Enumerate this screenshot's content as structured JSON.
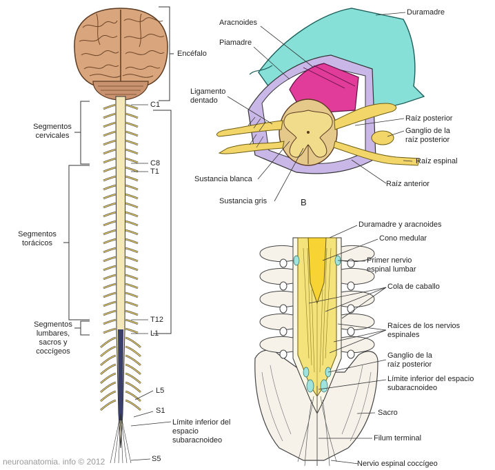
{
  "labels": {
    "encefalo": "Encéfalo",
    "seg_cervicales": "Segmentos cervicales",
    "seg_toracicos": "Segmentos torácicos",
    "seg_lumbares": "Segmentos lumbares, sacros y coccígeos",
    "c1": "C1",
    "c8": "C8",
    "t1": "T1",
    "t12": "T12",
    "l1": "L1",
    "l5": "L5",
    "s1": "S1",
    "s5": "S5",
    "limite_inferior_left": "Límite inferior del espacio subaracnoideo",
    "duramadre": "Duramadre",
    "aracnoides": "Aracnoides",
    "piamadre": "Piamadre",
    "ligamento_dentado": "Ligamento dentado",
    "raiz_posterior": "Raíz posterior",
    "ganglio_raiz_posterior": "Ganglio de la raíz posterior",
    "raiz_espinal": "Raíz espinal",
    "raiz_anterior": "Raíz anterior",
    "sustancia_blanca": "Sustancia blanca",
    "sustancia_gris": "Sustancia gris",
    "panel_b": "B",
    "duramadre_aracnoides": "Duramadre y aracnoides",
    "cono_medular": "Cono medular",
    "primer_nervio_lumbar": "Primer nervio espinal lumbar",
    "cola_caballo": "Cola de caballo",
    "raices_nervios": "Raíces de los nervios espinales",
    "ganglio_raiz_posterior_2": "Ganglio de la raíz posterior",
    "limite_inferior_right": "Límite inferior del espacio subaracnoideo",
    "sacro": "Sacro",
    "filum_terminal": "Filum terminal",
    "nervio_coccigeo": "Nervio espinal coccígeo"
  },
  "watermark": "neuroanatomia. info © 2012",
  "colors": {
    "brain": "#d9a57c",
    "nerve": "#f2d66a",
    "dura": "#86e0d8",
    "pia": "#e23c9a",
    "arachnoid": "#c9b7e8",
    "gray_matter": "#e5c98a",
    "outline": "#2a2a2a"
  }
}
